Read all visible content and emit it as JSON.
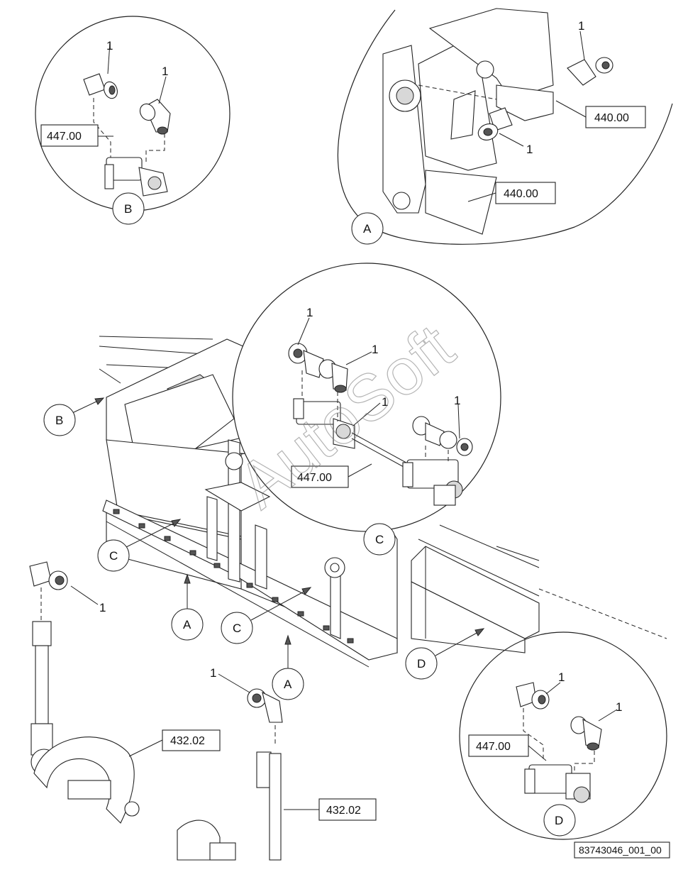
{
  "part_number_label": "1",
  "view_letters": {
    "a": "A",
    "b": "B",
    "c": "C",
    "d": "D"
  },
  "references": {
    "r447": "447.00",
    "r440": "440.00",
    "r432": "432.02"
  },
  "drawing_id": "83743046_001_00",
  "watermark": "AutoSoft"
}
